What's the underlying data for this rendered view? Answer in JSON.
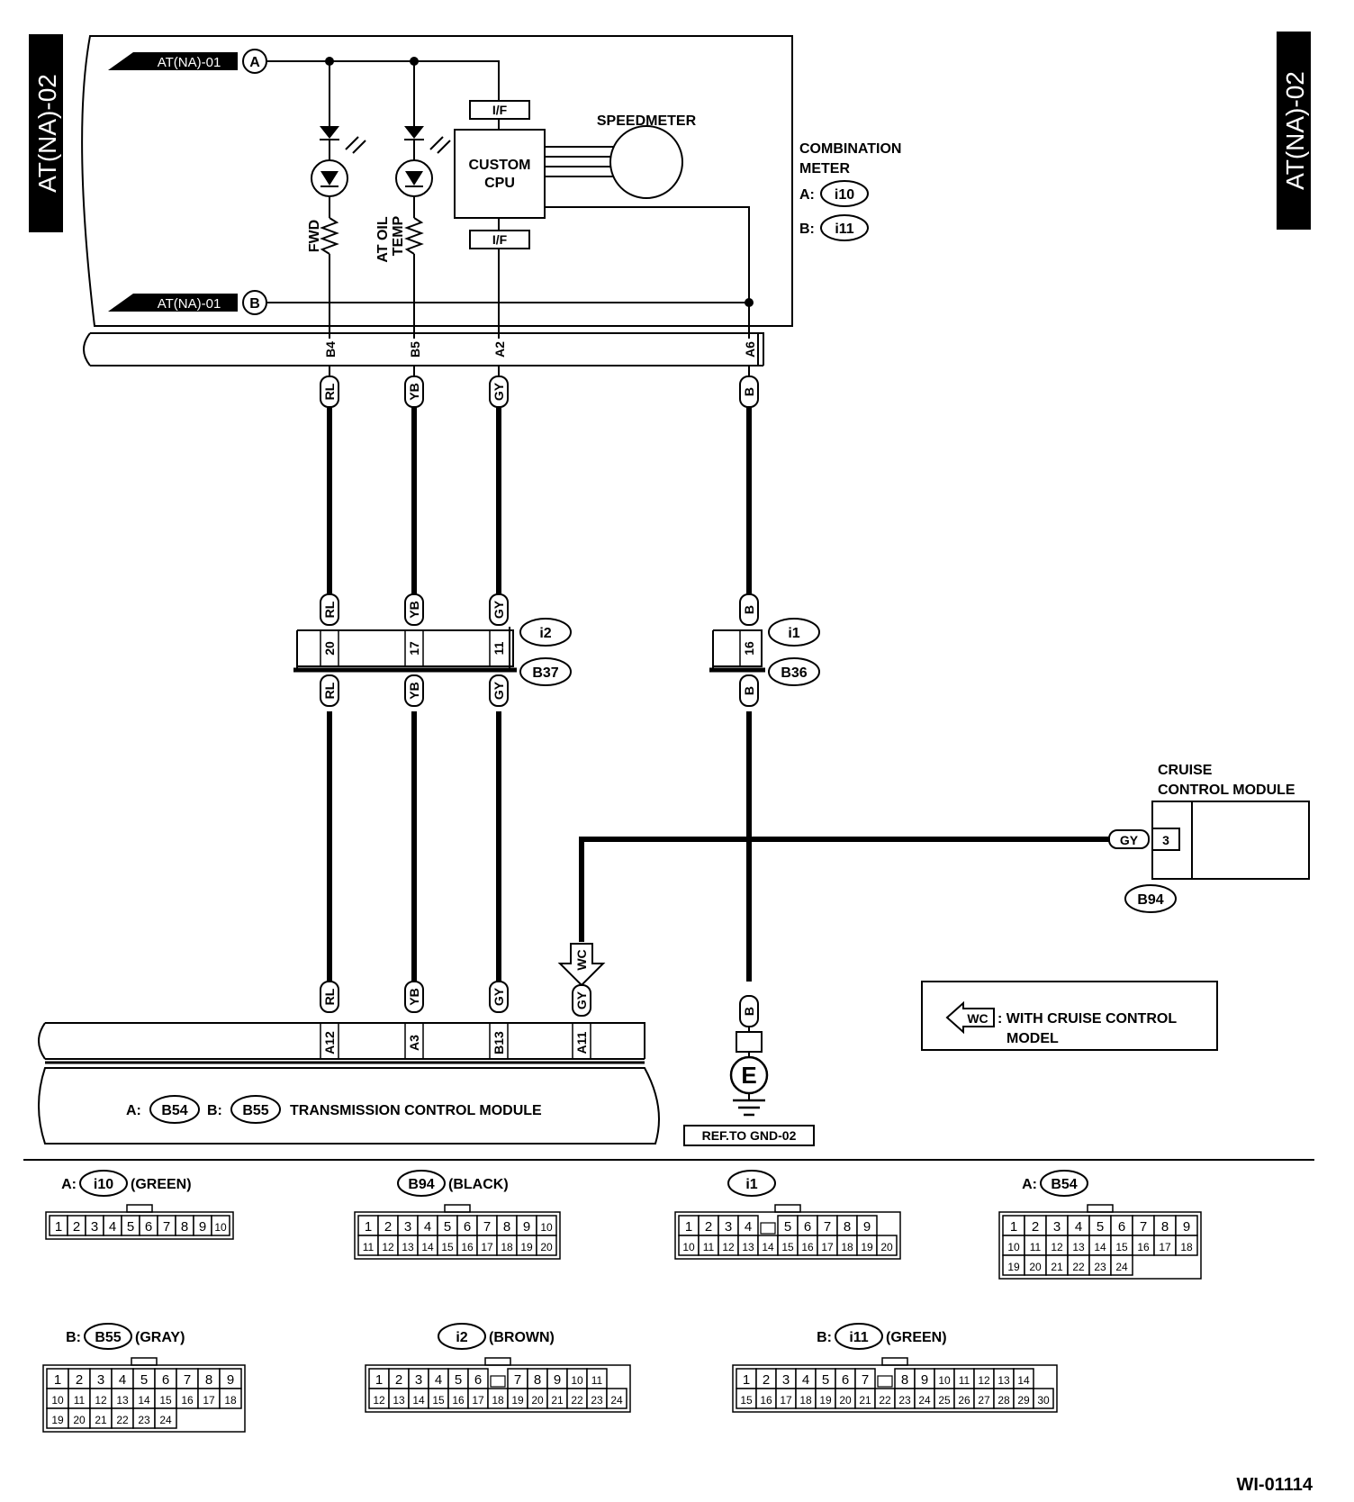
{
  "page_tag": "AT(NA)-02",
  "diagram_id": "WI-01114",
  "offpage_a": {
    "ref": "AT(NA)-01",
    "letter": "A"
  },
  "offpage_b": {
    "ref": "AT(NA)-01",
    "letter": "B"
  },
  "combination_meter": {
    "title_line1": "COMBINATION",
    "title_line2": "METER",
    "conn_a_prefix": "A:",
    "conn_a": "i10",
    "conn_b_prefix": "B:",
    "conn_b": "i11",
    "if_top": "I/F",
    "if_bottom": "I/F",
    "cpu_line1": "CUSTOM",
    "cpu_line2": "CPU",
    "speedometer": "SPEEDMETER",
    "lamp_fwd": "FWD",
    "lamp_oil_1": "AT OIL",
    "lamp_oil_2": "TEMP"
  },
  "meter_pins": [
    "B4",
    "B5",
    "A2",
    "A6"
  ],
  "wire_colors": [
    "RL",
    "YB",
    "GY",
    "B"
  ],
  "joint_conn": {
    "pins_left": [
      "20",
      "17",
      "11"
    ],
    "pin_right": "16",
    "i2": "i2",
    "b37": "B37",
    "i1": "i1",
    "b36": "B36"
  },
  "cruise": {
    "title_line1": "CRUISE",
    "title_line2": "CONTROL MODULE",
    "pin": "3",
    "wire": "GY",
    "conn": "B94"
  },
  "wc_tag": "WC",
  "wc_wire": "GY",
  "legend": {
    "tag": "WC",
    "line1": ": WITH CRUISE CONTROL",
    "line2": "MODEL"
  },
  "tcm": {
    "pins": [
      "A12",
      "A3",
      "B13",
      "A11"
    ],
    "prefix_a": "A:",
    "conn_a": "B54",
    "prefix_b": "B:",
    "conn_b": "B55",
    "title": "TRANSMISSION CONTROL MODULE"
  },
  "ground": {
    "symbol": "E",
    "ref": "REF.TO GND-02",
    "wire": "B"
  },
  "connector_views": [
    {
      "prefix": "A:",
      "id": "i10",
      "color": "(GREEN)",
      "rows": [
        [
          "1",
          "2",
          "3",
          "4",
          "5",
          "6",
          "7",
          "8",
          "9",
          "10"
        ]
      ]
    },
    {
      "prefix": "",
      "id": "B94",
      "color": "(BLACK)",
      "rows": [
        [
          "1",
          "2",
          "3",
          "4",
          "5",
          "6",
          "7",
          "8",
          "9",
          "10"
        ],
        [
          "11",
          "12",
          "13",
          "14",
          "15",
          "16",
          "17",
          "18",
          "19",
          "20"
        ]
      ]
    },
    {
      "prefix": "",
      "id": "i1",
      "color": "",
      "rows": [
        [
          "1",
          "2",
          "3",
          "4",
          "",
          "5",
          "6",
          "7",
          "8",
          "9"
        ],
        [
          "10",
          "11",
          "12",
          "13",
          "14",
          "15",
          "16",
          "17",
          "18",
          "19",
          "20"
        ]
      ]
    },
    {
      "prefix": "A:",
      "id": "B54",
      "color": "",
      "rows": [
        [
          "1",
          "2",
          "3",
          "4",
          "5",
          "6",
          "7",
          "8",
          "9"
        ],
        [
          "10",
          "11",
          "12",
          "13",
          "14",
          "15",
          "16",
          "17",
          "18"
        ],
        [
          "19",
          "20",
          "21",
          "22",
          "23",
          "24"
        ]
      ]
    },
    {
      "prefix": "B:",
      "id": "B55",
      "color": "(GRAY)",
      "rows": [
        [
          "1",
          "2",
          "3",
          "4",
          "5",
          "6",
          "7",
          "8",
          "9"
        ],
        [
          "10",
          "11",
          "12",
          "13",
          "14",
          "15",
          "16",
          "17",
          "18"
        ],
        [
          "19",
          "20",
          "21",
          "22",
          "23",
          "24"
        ]
      ]
    },
    {
      "prefix": "",
      "id": "i2",
      "color": "(BROWN)",
      "rows": [
        [
          "1",
          "2",
          "3",
          "4",
          "5",
          "6",
          "",
          "7",
          "8",
          "9",
          "10",
          "11"
        ],
        [
          "12",
          "13",
          "14",
          "15",
          "16",
          "17",
          "18",
          "19",
          "20",
          "21",
          "22",
          "23",
          "24"
        ]
      ]
    },
    {
      "prefix": "B:",
      "id": "i11",
      "color": "(GREEN)",
      "rows": [
        [
          "1",
          "2",
          "3",
          "4",
          "5",
          "6",
          "7",
          "",
          "8",
          "9",
          "10",
          "11",
          "12",
          "13",
          "14"
        ],
        [
          "15",
          "16",
          "17",
          "18",
          "19",
          "20",
          "21",
          "22",
          "23",
          "24",
          "25",
          "26",
          "27",
          "28",
          "29",
          "30"
        ]
      ]
    }
  ]
}
